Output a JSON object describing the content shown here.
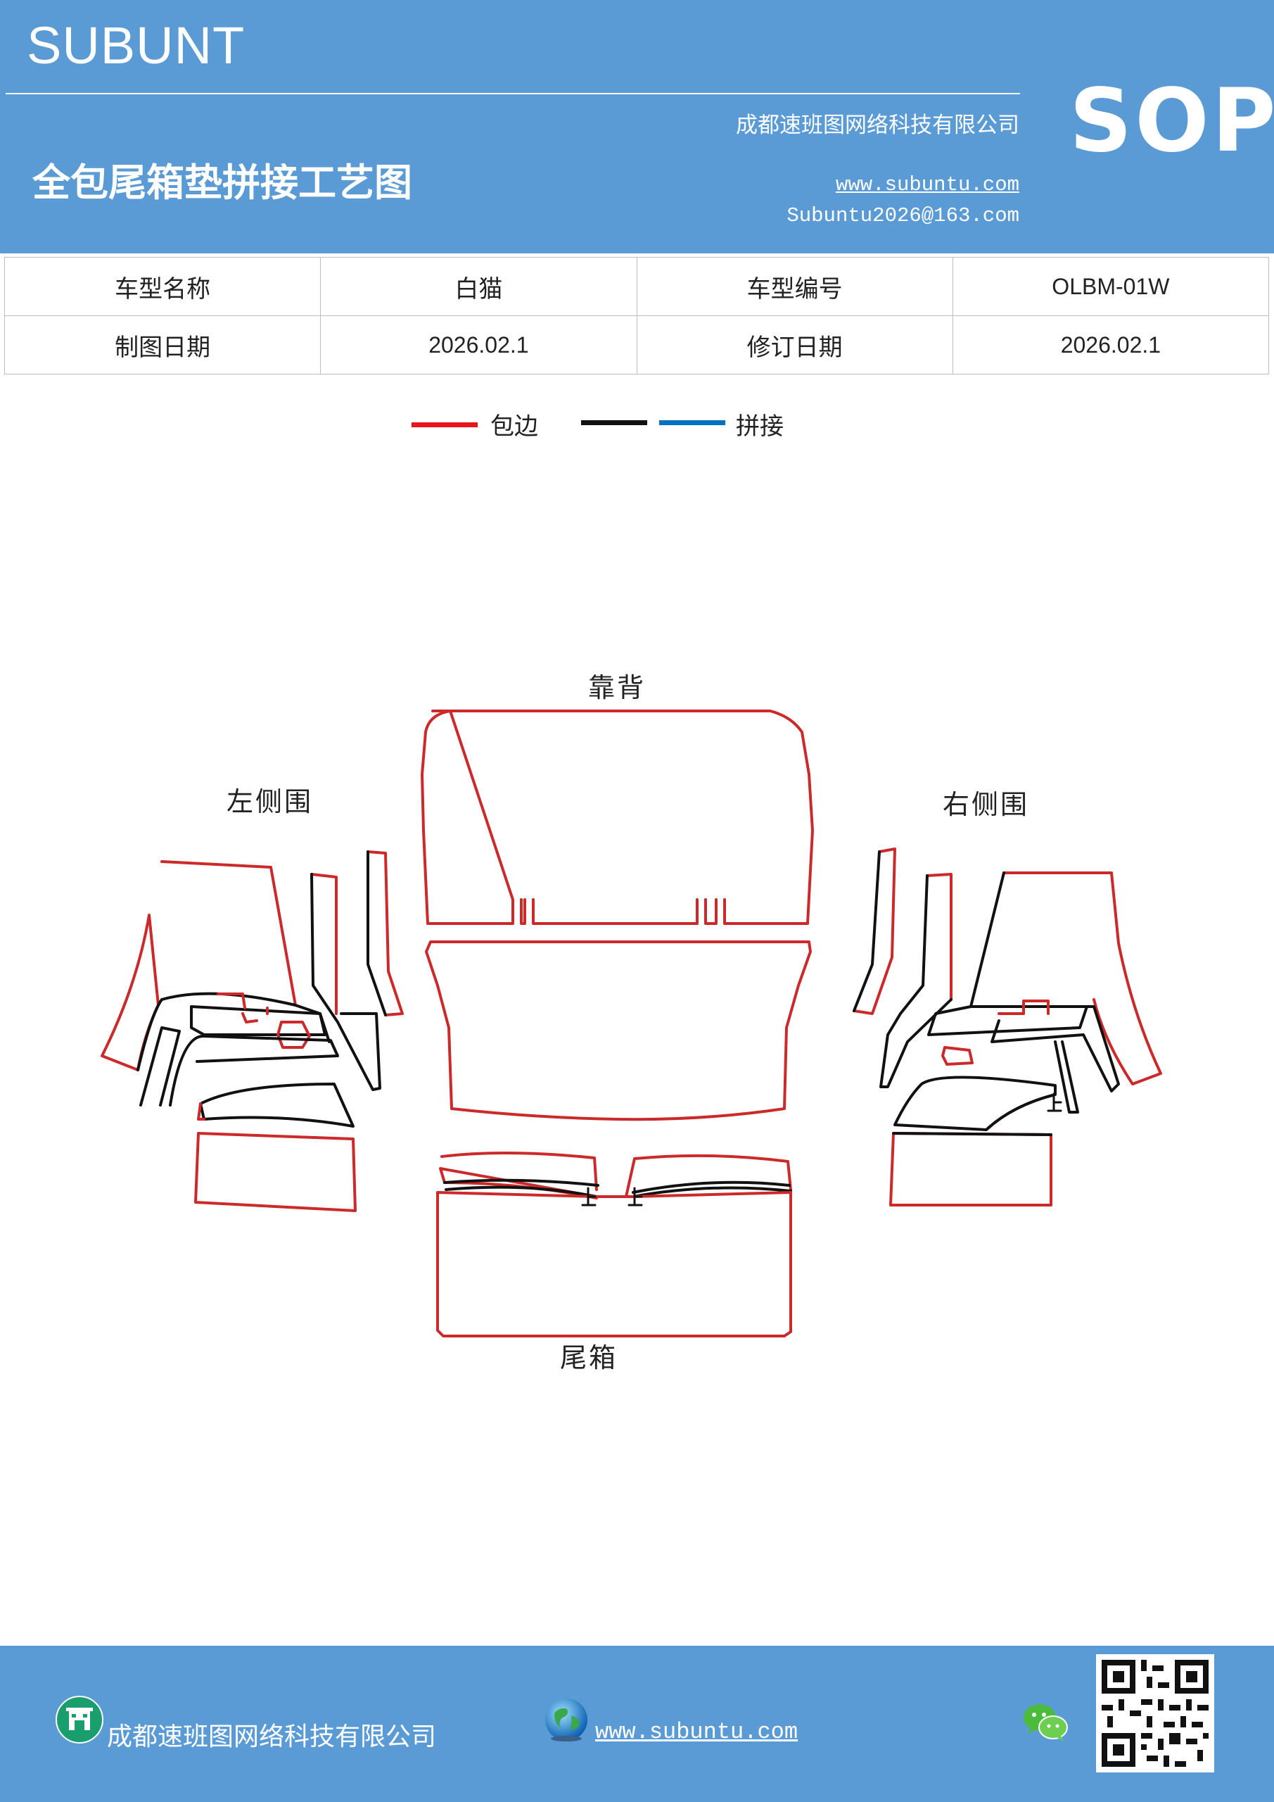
{
  "header": {
    "brand": "SUBUNT",
    "badge": "SOP",
    "company": "成都速班图网络科技有限公司",
    "title": "全包尾箱垫拼接工艺图",
    "website": "www.subuntu.com",
    "email": "Subuntu2026@163.com"
  },
  "info_table": {
    "rows": [
      [
        "车型名称",
        "白猫",
        "车型编号",
        "OLBM-01W"
      ],
      [
        "制图日期",
        "2026.02.1",
        "修订日期",
        "2026.02.1"
      ]
    ]
  },
  "legend": {
    "items": [
      {
        "label": "包边",
        "colors": [
          "#e8151b"
        ]
      },
      {
        "label": "拼接",
        "colors": [
          "#111111",
          "#0070c0"
        ]
      }
    ]
  },
  "diagram": {
    "labels": {
      "backrest": "靠背",
      "left_side": "左侧围",
      "right_side": "右侧围",
      "trunk": "尾箱"
    },
    "colors": {
      "edge": "#cc2a2a",
      "seam": "#111111"
    }
  },
  "footer": {
    "company": "成都速班图网络科技有限公司",
    "website": "www.subuntu.com",
    "icons": [
      "building-icon",
      "globe-icon",
      "wechat-icon",
      "qr-code"
    ]
  }
}
